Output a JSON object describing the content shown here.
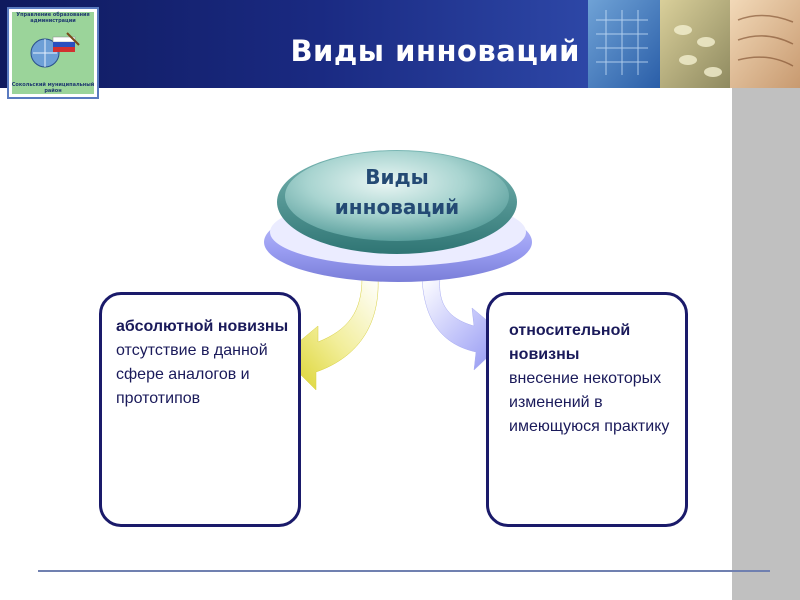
{
  "header": {
    "title": "Виды инноваций",
    "logo": {
      "top_text": "Управление образования администрации",
      "bottom_text": "Сокольский муниципальный район"
    }
  },
  "diagram": {
    "center": {
      "label": "Виды инноваций"
    },
    "boxes": [
      {
        "heading": "абсолютной новизны",
        "description": "отсутствие в данной сфере аналогов и прототипов"
      },
      {
        "heading": "относительной новизны",
        "description": "внесение некоторых изменений в имеющуюся практику"
      }
    ],
    "arrows": [
      {
        "target": "абсолютной новизны",
        "color": "#e8e040"
      },
      {
        "target": "относительной новизны",
        "color": "#9aa0f0"
      }
    ]
  },
  "colors": {
    "header_dark": "#0f1a5e",
    "ellipse_teal": "#5fa8a6",
    "ellipse_base": "#9a9df2",
    "box_border": "#1a1a6a",
    "side_band": "#c0c0c0"
  }
}
